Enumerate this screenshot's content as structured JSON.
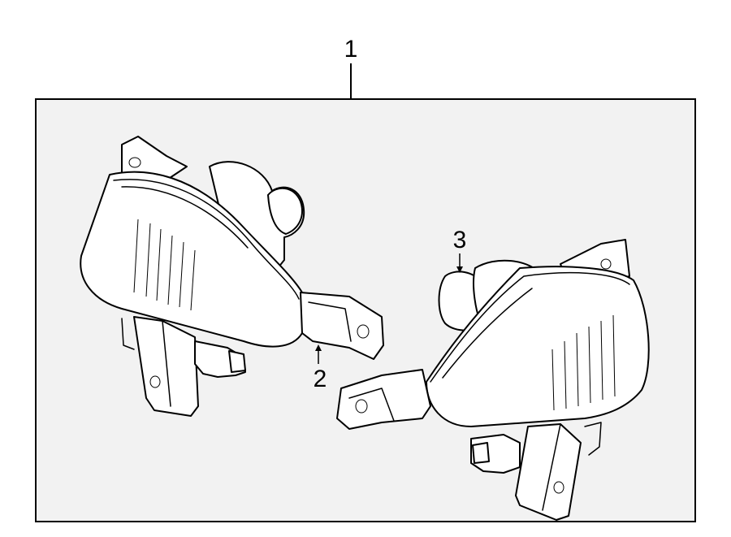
{
  "callouts": {
    "assembly": "1",
    "bulb_left": "2",
    "bulb_right": "3"
  },
  "colors": {
    "panel_background": "#f2f2f2",
    "line": "#000000"
  }
}
